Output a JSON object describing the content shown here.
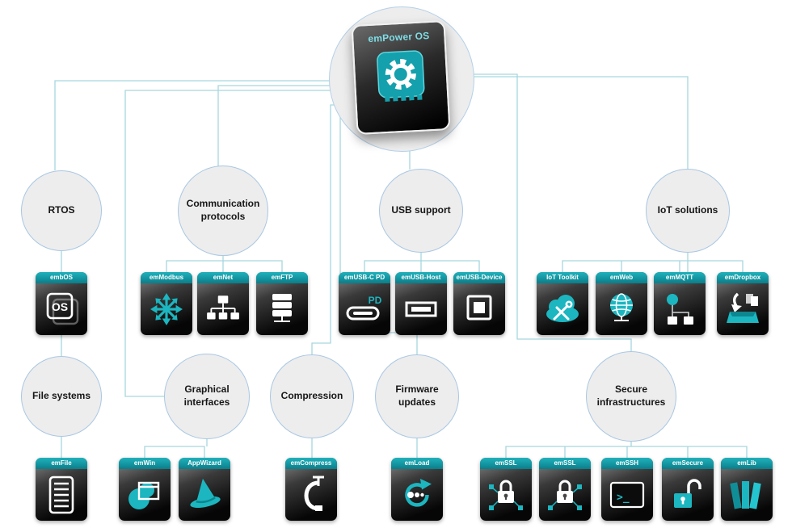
{
  "root": {
    "label": "emPower OS"
  },
  "colors": {
    "accent_teal": "#17aab4",
    "tile_header_teal": "#0f96a2",
    "connector_line": "#a6d7de",
    "circle_fill": "#ededed",
    "circle_border": "#a9c7e3"
  },
  "icons_text": {
    "os": "OS",
    "pd": "PD",
    "ssh_prompt": ">_"
  },
  "categories": [
    {
      "label": "RTOS"
    },
    {
      "label": "Communication protocols"
    },
    {
      "label": "USB support"
    },
    {
      "label": "IoT solutions"
    },
    {
      "label": "File systems"
    },
    {
      "label": "Graphical interfaces"
    },
    {
      "label": "Compression"
    },
    {
      "label": "Firmware updates"
    },
    {
      "label": "Secure infrastructures"
    }
  ],
  "tiles": [
    {
      "label": "embOS"
    },
    {
      "label": "emModbus"
    },
    {
      "label": "emNet"
    },
    {
      "label": "emFTP"
    },
    {
      "label": "emUSB-C PD"
    },
    {
      "label": "emUSB-Host"
    },
    {
      "label": "emUSB-Device"
    },
    {
      "label": "IoT Toolkit"
    },
    {
      "label": "emWeb"
    },
    {
      "label": "emMQTT"
    },
    {
      "label": "emDropbox"
    },
    {
      "label": "emFile"
    },
    {
      "label": "emWin"
    },
    {
      "label": "AppWizard"
    },
    {
      "label": "emCompress"
    },
    {
      "label": "emLoad"
    },
    {
      "label": "emSSL"
    },
    {
      "label": "emSSL"
    },
    {
      "label": "emSSH"
    },
    {
      "label": "emSecure"
    },
    {
      "label": "emLib"
    }
  ]
}
